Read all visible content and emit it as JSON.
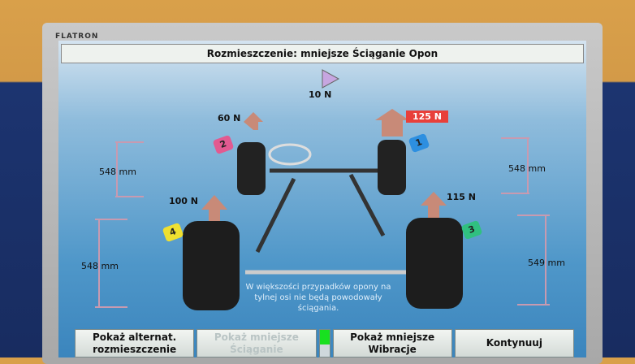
{
  "monitor": {
    "brand": "FLATRON"
  },
  "title": "Rozmieszczenie: mniejsze Ściąganie Opon",
  "forces": {
    "rear_center": "10 N",
    "front_left": "60 N",
    "front_right": "125 N",
    "rear_left": "100 N",
    "rear_right": "115 N"
  },
  "badges": {
    "front_left": "2",
    "front_right": "1",
    "rear_left": "4",
    "rear_right": "3"
  },
  "dimensions": {
    "front_left": "548 mm",
    "front_right": "548 mm",
    "rear_left": "548 mm",
    "rear_right": "549 mm"
  },
  "note": "W większości przypadków opony na tylnej osi nie będą powodowały ściągania.",
  "buttons": {
    "alternate": "Pokaż alternat. rozmieszczenie",
    "less_pull": "Pokaż mniejsze Ściąganie",
    "less_vibration": "Pokaż mniejsze Wibracje",
    "continue": "Kontynuuj"
  },
  "colors": {
    "highlight": "#e8403a",
    "indicator": "#18e020"
  }
}
